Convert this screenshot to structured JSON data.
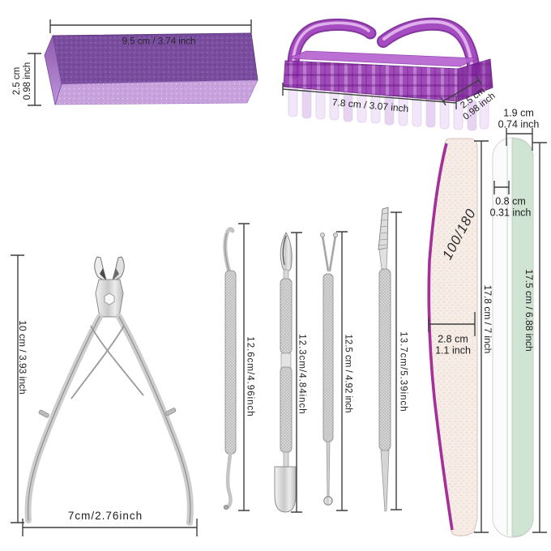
{
  "colors": {
    "block_top": "#7b4da1",
    "block_front": "#c7a2dc",
    "brush_purple": "#9a3cb6",
    "file_stripe": "#a5309a",
    "buffer_green": "#cfe4d3",
    "dimension_line": "#3f3f3f"
  },
  "items": {
    "buffer_block": {
      "width_label": "9.5 cm / 3.74 inch",
      "height_label_cm": "2.5 cm",
      "height_label_inch": "0.98 inch"
    },
    "nail_brush": {
      "width_label": "7.8 cm / 3.07 inch",
      "depth_label_cm": "2.5 cm",
      "depth_label_inch": "0.98 inch"
    },
    "cuticle_nipper": {
      "height_label": "10 cm / 3.93 inch",
      "width_label": "7cm/2.76inch"
    },
    "cuticle_tools": [
      {
        "length_label": "12.6cm/4.96inch"
      },
      {
        "length_label": "12.3cm/4.84inch"
      },
      {
        "length_label": "12.5 cm / 4.92 inch"
      },
      {
        "length_label": "13.7cm/5.39inch"
      }
    ],
    "halfmoon_file": {
      "grit_label": "100/180",
      "length_label": "17.8 cm / 7 inch",
      "width_label_cm": "2.8 cm",
      "width_label_inch": "1.1 inch"
    },
    "buffer_strip": {
      "width_label_cm": "1.9 cm",
      "width_label_inch": "0.74 inch",
      "thickness_label_cm": "0.8 cm",
      "thickness_label_inch": "0.31 inch",
      "length_label": "17.5 cm / 6.88 inch"
    }
  }
}
